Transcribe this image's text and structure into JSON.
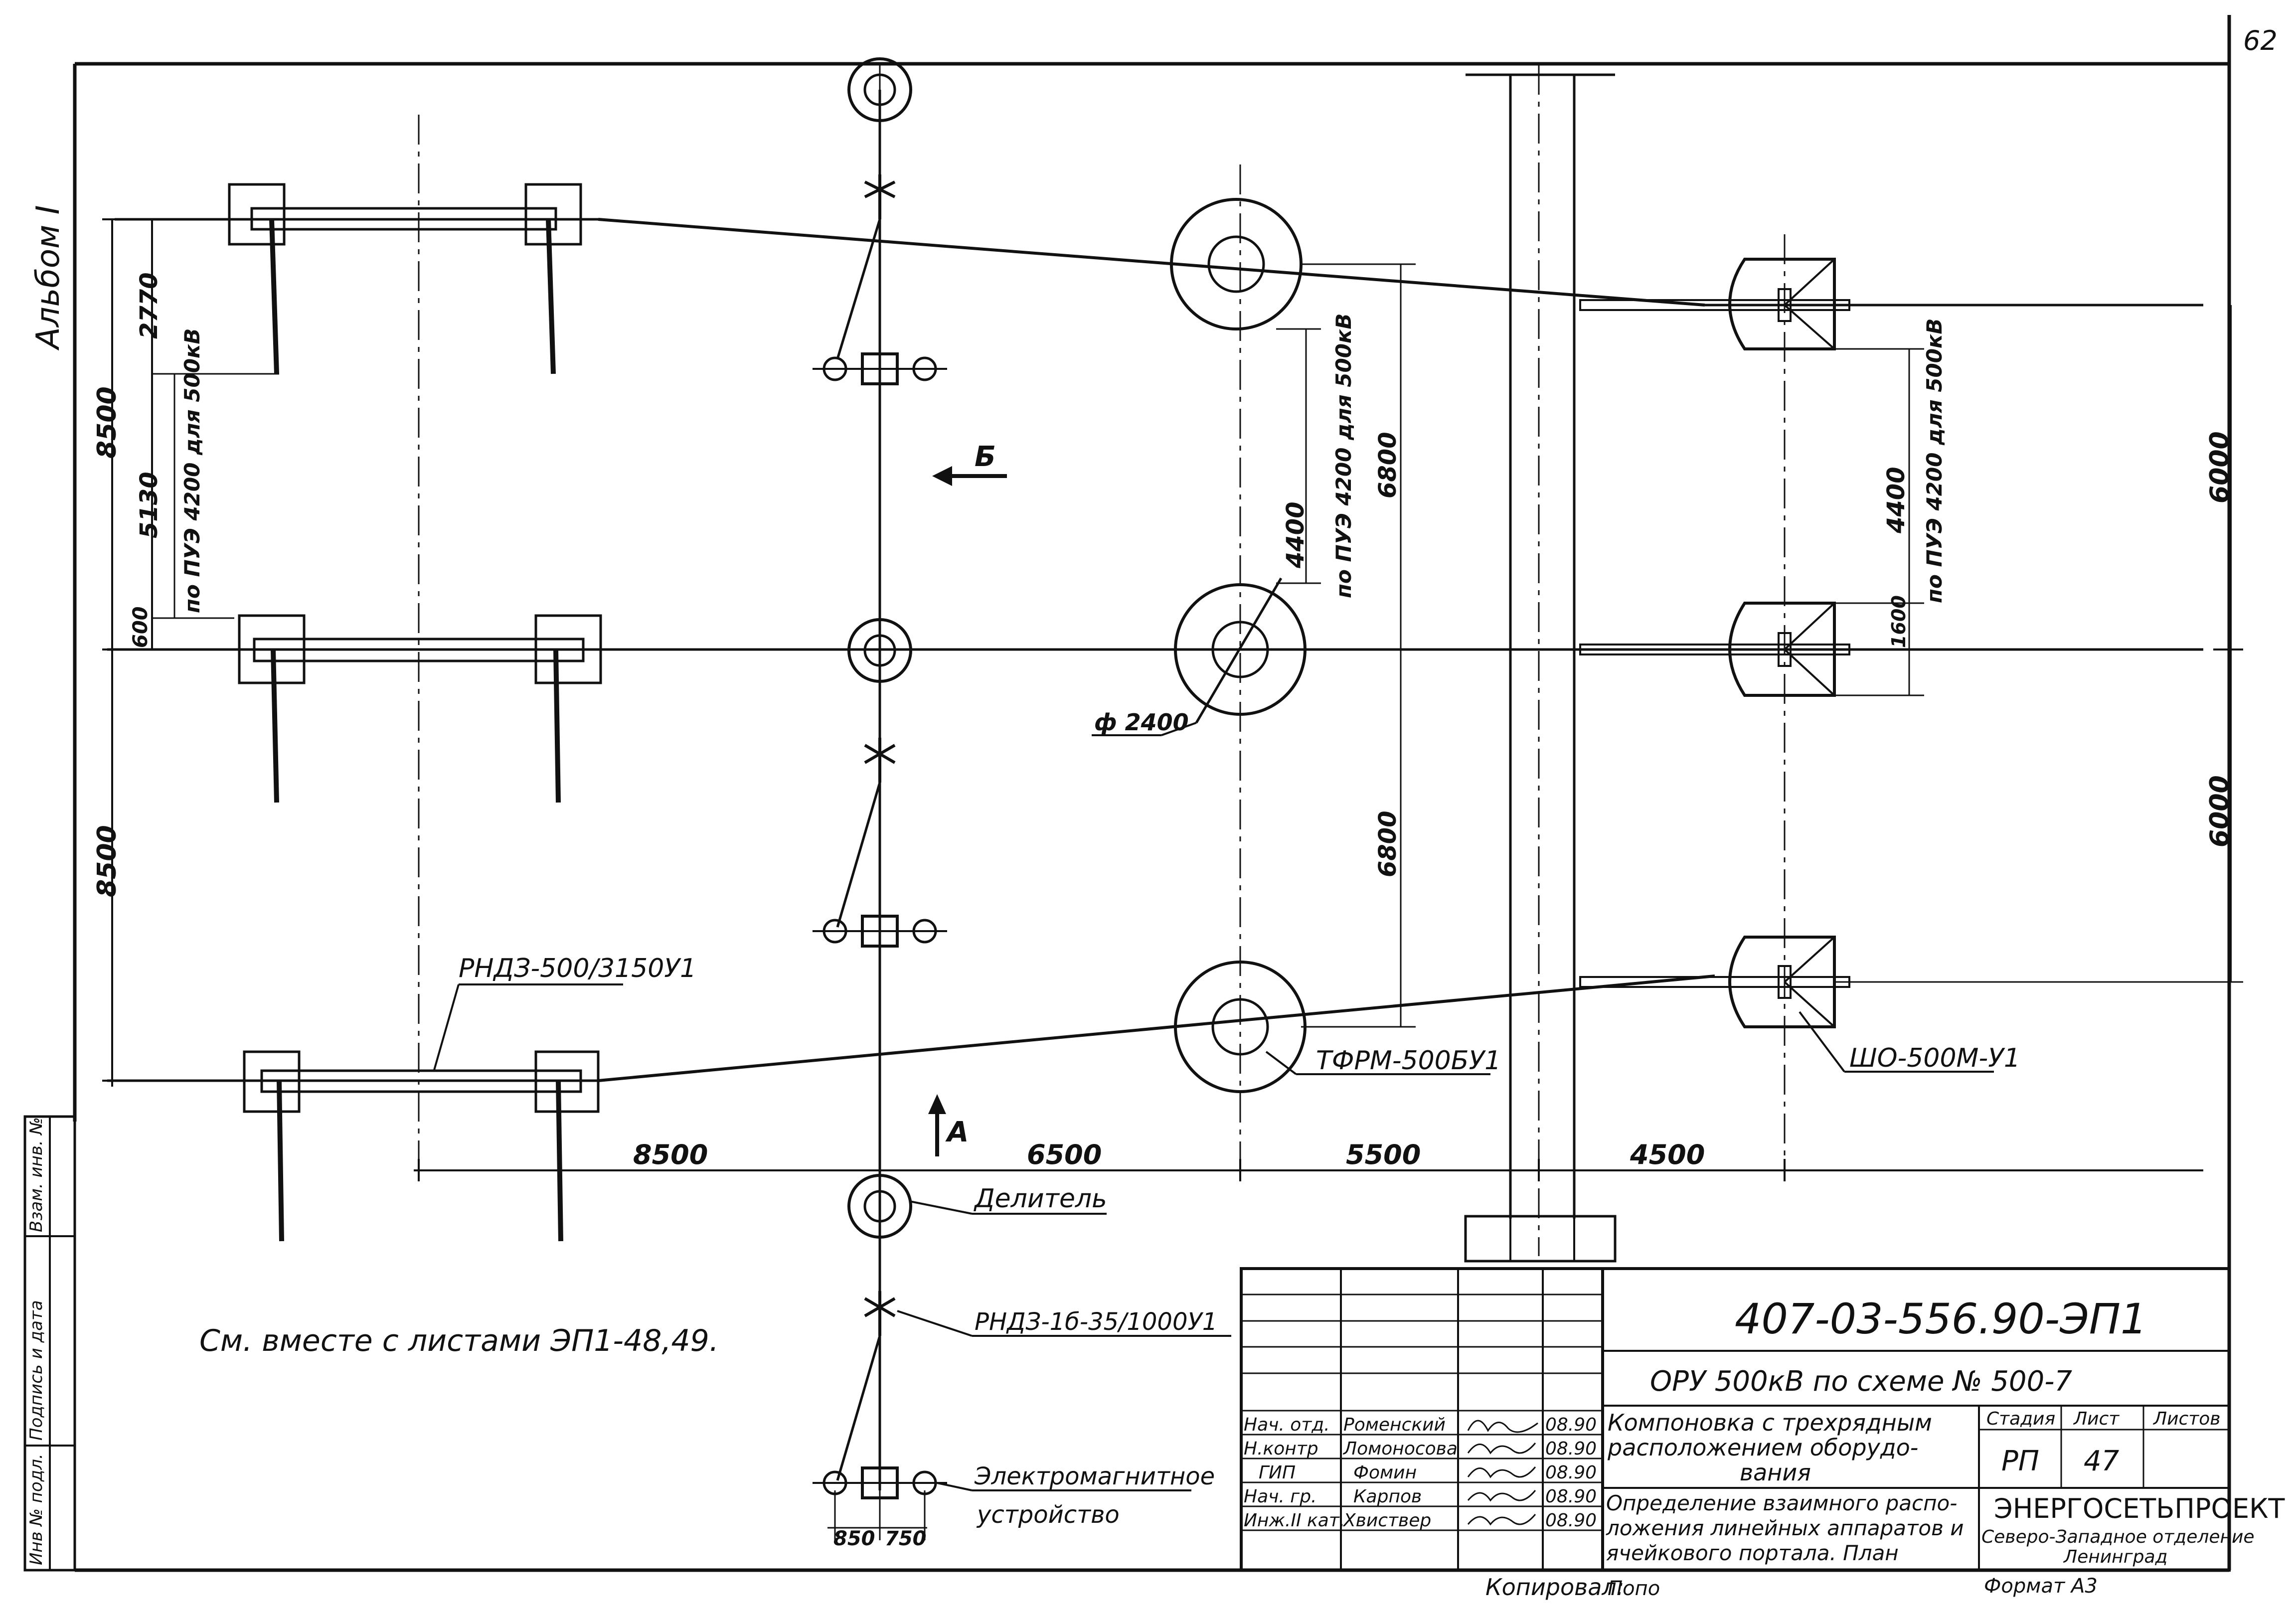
{
  "sheet": {
    "page_number": "62",
    "album_label": "Альбом I",
    "see_also_note": "См. вместе с листами ЭП1-48,49.",
    "copied_by_label": "Копировал:",
    "copied_by_signature": "Попо",
    "format_label": "Формат А3"
  },
  "left_stamp": {
    "inv_original": "Инв № подл.",
    "signature_date": "Подпись и дата",
    "replace_inv": "Взам. инв. №"
  },
  "dimensions": {
    "phase_spacing_upper": "8500",
    "phase_spacing_lower": "8500",
    "dim_2770": "2770",
    "dim_5130": "5130",
    "dim_600": "600",
    "note_puz_500_left": "по ПУЭ 4200 для 500кВ",
    "dim_4400_mid": "4400",
    "note_puz_500_mid": "по ПУЭ 4200 для 500кВ",
    "dim_6800_upper": "6800",
    "dim_6800_lower": "6800",
    "dim_4400_right": "4400",
    "note_puz_500_right": "по ПУЭ 4200 для 500кВ",
    "dim_1600": "1600",
    "dim_6000_upper": "6000",
    "dim_6000_lower": "6000",
    "bottom_8500": "8500",
    "bottom_6500": "6500",
    "bottom_5500": "5500",
    "bottom_4500": "4500",
    "dim_850": "850",
    "dim_750": "750",
    "diameter": "ф 2400"
  },
  "views": {
    "view_b": "Б",
    "view_a": "А"
  },
  "equipment": {
    "rndz_500": "РНДЗ-500/3150У1",
    "tfrm": "ТФРМ-500БУ1",
    "sho": "ШО-500М-У1",
    "divider": "Делитель",
    "rndz_16": "РНДЗ-1б-35/1000У1",
    "electromagnetic_1": "Электромагнитное",
    "electromagnetic_2": "устройство"
  },
  "title_block": {
    "doc_code": "407-03-556.90-ЭП1",
    "project": "ОРУ 500кВ по схеме № 500-7",
    "title1_l1": "Компоновка с трехрядным",
    "title1_l2": "расположением оборудо-",
    "title1_l3": "вания",
    "title2_l1": "Определение взаимного распо-",
    "title2_l2": "ложения линейных аппаратов и",
    "title2_l3": "ячейкового портала. План",
    "stage_header": "Стадия",
    "sheet_header": "Лист",
    "sheets_header": "Листов",
    "stage_value": "РП",
    "sheet_value": "47",
    "org_name": "ЭНЕРГОСЕТЬПРОЕКТ",
    "org_branch": "Северо-Западное отделение",
    "org_city": "Ленинград",
    "signers": [
      {
        "role": "Нач. отд.",
        "name": "Роменский",
        "date": "08.90"
      },
      {
        "role": "Н.контр",
        "name": "Ломоносова",
        "date": "08.90"
      },
      {
        "role": "ГИП",
        "name": "Фомин",
        "date": "08.90"
      },
      {
        "role": "Нач. гр.",
        "name": "Карпов",
        "date": "08.90"
      },
      {
        "role": "Инж.II кат.",
        "name": "Хвиствер",
        "date": "08.90"
      }
    ]
  }
}
